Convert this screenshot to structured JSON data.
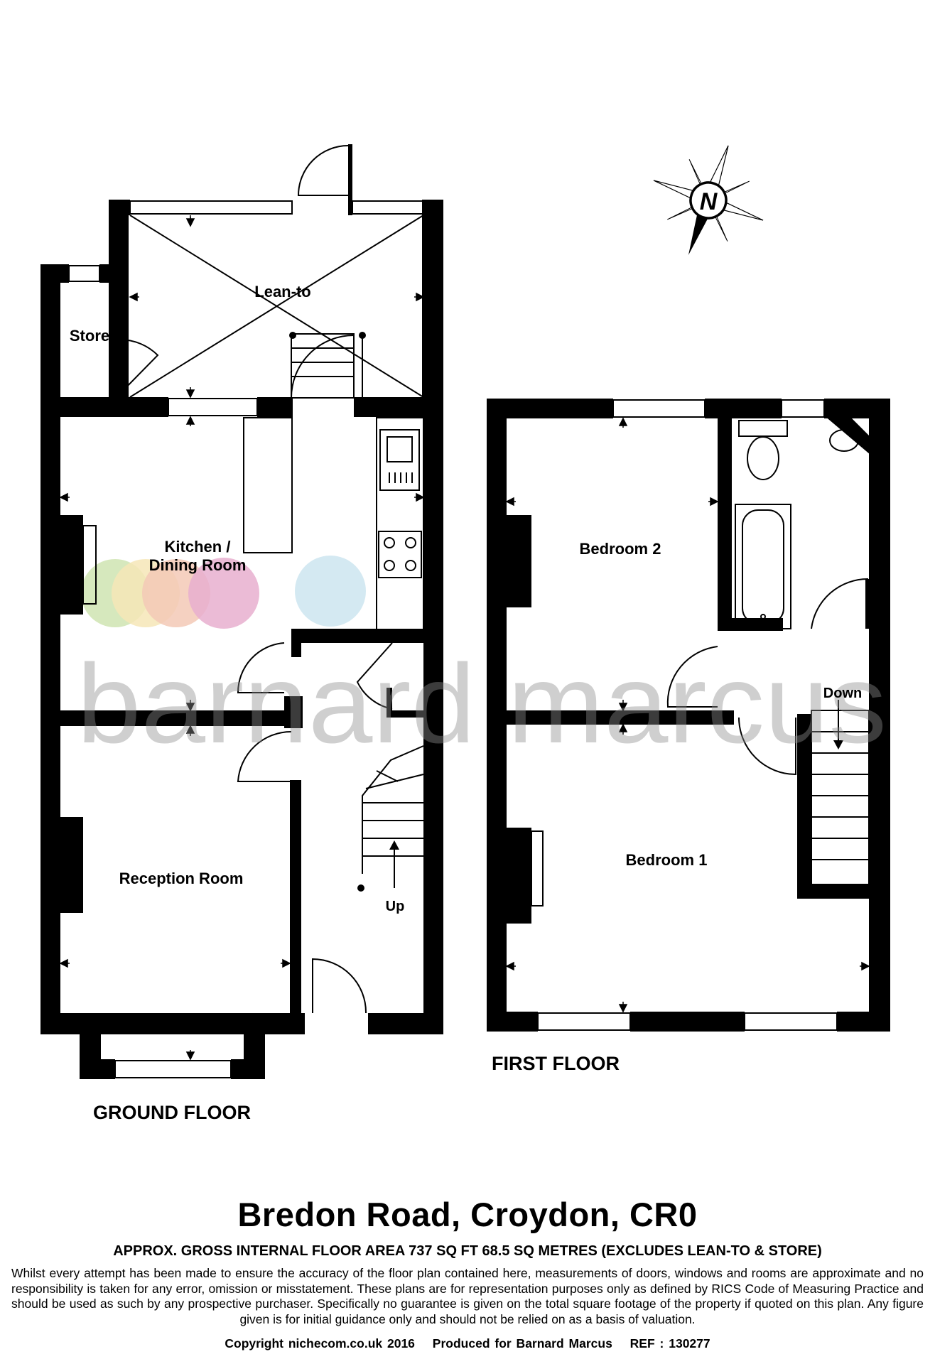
{
  "brand": {
    "watermark": "barnard marcus",
    "dots": [
      "#cfe4b2",
      "#f6e6b7",
      "#f3c9b6",
      "#e7afcf",
      "#cde5f0"
    ]
  },
  "compass": {
    "label": "N",
    "icon": "compass-rose-icon"
  },
  "floors": [
    {
      "name": "GROUND FLOOR",
      "rooms": [
        "Lean-to",
        "Store",
        "Kitchen /",
        "Dining Room",
        "Reception Room"
      ],
      "stair_label": "Up"
    },
    {
      "name": "FIRST FLOOR",
      "rooms": [
        "Bedroom 2",
        "Bedroom 1"
      ],
      "stair_label": "Down"
    }
  ],
  "property": {
    "address": "Bredon Road, Croydon, CR0",
    "area_note": "APPROX. GROSS INTERNAL FLOOR AREA 737 SQ FT 68.5 SQ METRES (EXCLUDES LEAN-TO & STORE)",
    "disclaimer": "Whilst every attempt has been made to ensure the accuracy of the floor plan contained here, measurements of doors, windows and rooms are approximate and no responsibility is taken for any error, omission or misstatement. These plans are for representation purposes only as defined by RICS Code of Measuring Practice and should be used as such by any prospective purchaser.  Specifically no guarantee is given on the total square footage of the property if quoted on this plan. Any figure given is for initial guidance only and should not be relied on as a basis of valuation."
  },
  "credits": {
    "copyright": "Copyright nichecom.co.uk 2016",
    "produced": "Produced for Barnard Marcus",
    "ref": "REF : 130277"
  }
}
